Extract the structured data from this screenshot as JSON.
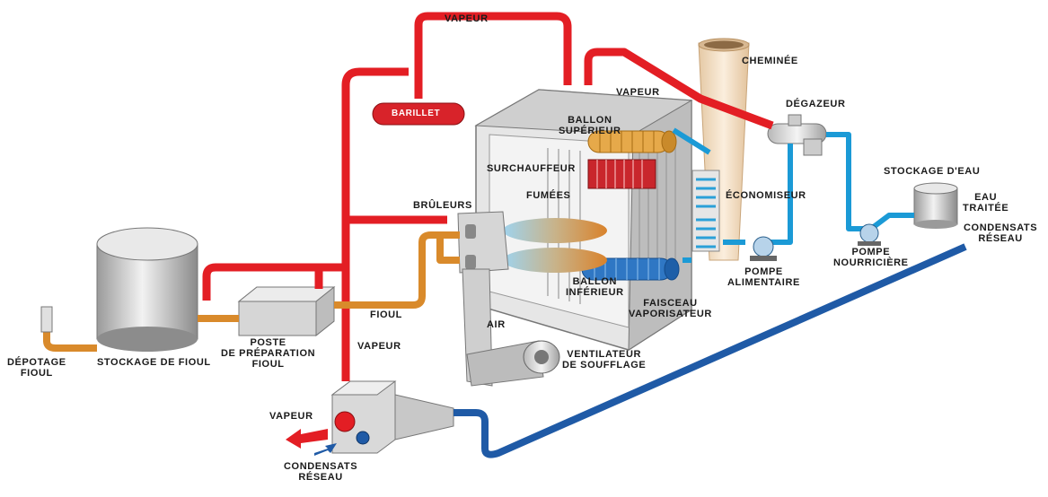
{
  "diagram": {
    "colors": {
      "steam": "#e31e24",
      "water": "#1b9ad6",
      "condensate": "#1f5aa6",
      "fuel": "#d98a2b",
      "metal": "#d9d9d9",
      "chimney": "#f1dcc0"
    },
    "labels": {
      "vapeur_top": "VAPEUR",
      "vapeur_mid": "VAPEUR",
      "vapeur_low": "VAPEUR",
      "vapeur_out": "VAPEUR",
      "barillet": "BARILLET",
      "cheminee": "CHEMINÉE",
      "degazeur": "DÉGAZEUR",
      "stockage_eau": "STOCKAGE D'EAU",
      "eau_traitee": "EAU\nTRAITÉE",
      "condensats_reseau_right": "CONDENSATS\nRÉSEAU",
      "ballon_superieur": "BALLON\nSUPÉRIEUR",
      "surchauffeur": "SURCHAUFFEUR",
      "fumees": "FUMÉES",
      "bruleurs": "BRÛLEURS",
      "economiseur": "ÉCONOMISEUR",
      "pompe_nourriciere": "POMPE\nNOURRICIÈRE",
      "pompe_alimentaire": "POMPE\nALIMENTAIRE",
      "ballon_inferieur": "BALLON\nINFÉRIEUR",
      "faisceau": "FAISCEAU\nVAPORISATEUR",
      "air": "AIR",
      "ventilateur": "VENTILATEUR\nDE SOUFFLAGE",
      "fioul": "FIOUL",
      "poste": "POSTE\nDE PRÉPARATION\nFIOUL",
      "stockage_fioul": "STOCKAGE DE FIOUL",
      "depotage": "DÉPOTAGE\nFIOUL",
      "condensats_reseau_bottom": "CONDENSATS\nRÉSEAU"
    }
  }
}
